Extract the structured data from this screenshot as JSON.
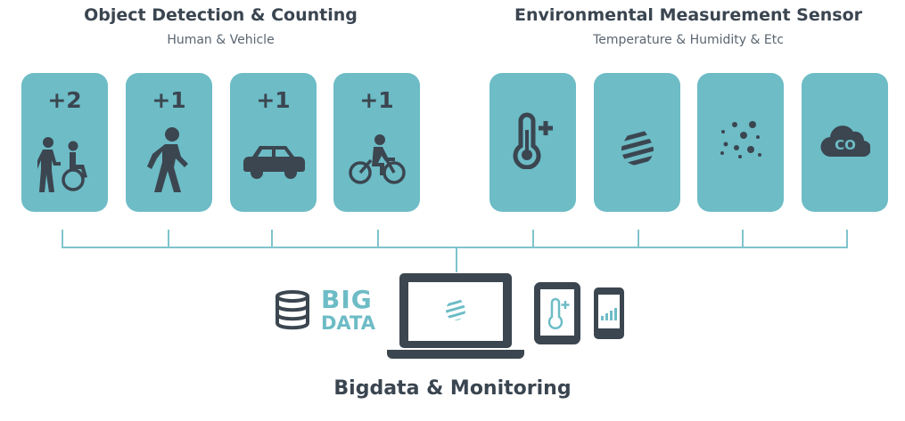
{
  "left_section": {
    "title": "Object Detection & Counting",
    "subtitle": "Human & Vehicle"
  },
  "right_section": {
    "title": "Environmental Measurement Sensor",
    "subtitle": "Temperature & Humidity & Etc"
  },
  "detection_cards": [
    {
      "count": "+2",
      "icon": "person-with-wheelchair-icon"
    },
    {
      "count": "+1",
      "icon": "pedestrian-icon"
    },
    {
      "count": "+1",
      "icon": "car-icon"
    },
    {
      "count": "+1",
      "icon": "bicycle-icon"
    }
  ],
  "sensor_cards": [
    {
      "icon": "thermometer-plus-icon"
    },
    {
      "icon": "water-drop-icon"
    },
    {
      "icon": "dust-particles-icon"
    },
    {
      "icon": "co-cloud-icon"
    }
  ],
  "monitoring": {
    "big_label": "BIG",
    "data_label": "DATA",
    "title": "Bigdata & Monitoring",
    "devices": [
      "database-icon",
      "laptop-icon",
      "tablet-icon",
      "smartphone-icon"
    ]
  },
  "colors": {
    "card_teal": "#6dbcc6",
    "dark_slate": "#3b4650",
    "line_teal": "#7fc4cc"
  }
}
